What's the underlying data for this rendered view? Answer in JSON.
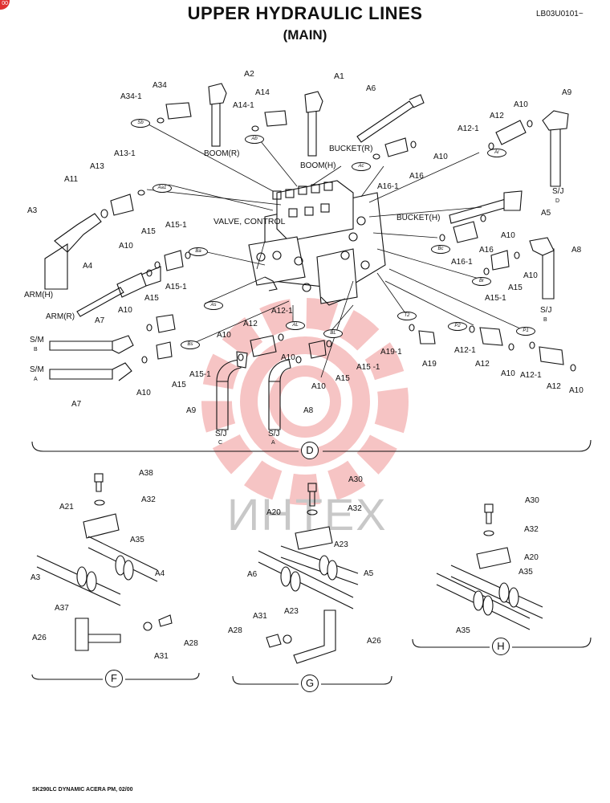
{
  "header": {
    "title": "UPPER HYDRAULIC LINES",
    "subtitle": "(MAIN)",
    "doc_id": "LB03U0101~"
  },
  "footer": {
    "text": "SK290LC DYNAMIC ACERA PM, 02/00"
  },
  "watermark": {
    "text": "ИНТЕХ",
    "color": "#e03030",
    "badge": "00"
  },
  "sections": {
    "D": "D",
    "F": "F",
    "G": "G",
    "H": "H"
  },
  "ports": {
    "Sb": "Sb",
    "Ab": "Ab",
    "Aa1": "Aa1",
    "Ba": "Ba",
    "As": "As",
    "Bs": "Bs",
    "AL": "AL",
    "BL": "BL",
    "Ac": "Ac",
    "Ar": "Ar",
    "Bc": "Bc",
    "Br": "Br",
    "T2": "T2",
    "P2": "P2",
    "P1": "P1"
  },
  "labels": {
    "A2": "A2",
    "A1": "A1",
    "A34_1": "A34-1",
    "A34": "A34",
    "A14_1": "A14-1",
    "A14": "A14",
    "boom_r": "BOOM(R)",
    "boom_h": "BOOM(H)",
    "A6": "A6",
    "A9_top": "A9",
    "A10_top": "A10",
    "A12_top": "A12",
    "A12_1_top": "A12-1",
    "bucket_r": "BUCKET(R)",
    "A10_br": "A10",
    "A16_top": "A16",
    "A16_1_top": "A16-1",
    "sj_d": "S/J",
    "sj_d_c": "D",
    "A13_1": "A13-1",
    "A13": "A13",
    "A11": "A11",
    "A3": "A3",
    "valve_control": "VALVE, CONTROL",
    "bucket_h": "BUCKET(H)",
    "A5": "A5",
    "A10_bh": "A10",
    "A16_mid": "A16",
    "A16_1_mid": "A16-1",
    "A8_r": "A8",
    "A15_r": "A15",
    "A10_r": "A10",
    "A15_1_r": "A15-1",
    "sj_b": "S/J",
    "sj_b_c": "B",
    "A15_a": "A15",
    "A15_1_a": "A15-1",
    "A10_a": "A10",
    "A4": "A4",
    "arm_h": "ARM(H)",
    "arm_r": "ARM(R)",
    "A15_b": "A15",
    "A15_1_b": "A15-1",
    "A10_b": "A10",
    "A12_1_mid": "A12-1",
    "A7_top": "A7",
    "sm_b": "S/M",
    "sm_b_c": "B",
    "A10_c": "A10",
    "A12_c": "A12",
    "A10_d": "A10",
    "sm_a": "S/M",
    "sm_a_c": "A",
    "A15_c": "A15",
    "A15_1_c": "A15-1",
    "A10_e": "A10",
    "A7_bot": "A7",
    "A9_bot": "A9",
    "A8_bot": "A8",
    "sj_c": "S/J",
    "sj_c_c": "C",
    "sj_a": "S/J",
    "sj_a_c": "A",
    "A15_d": "A15",
    "A15_1_d": "A15 -1",
    "A10_f": "A10",
    "A19_1": "A19-1",
    "A19": "A19",
    "A12_1_p2": "A12-1",
    "A12_p2": "A12",
    "A10_p2": "A10",
    "A12_1_p1": "A12-1",
    "A12_p1": "A12",
    "A10_p1": "A10",
    "F_A38": "A38",
    "F_A32": "A32",
    "F_A21": "A21",
    "F_A35": "A35",
    "F_A3": "A3",
    "F_A4": "A4",
    "F_A37": "A37",
    "F_A26": "A26",
    "F_A31": "A31",
    "F_A28": "A28",
    "G_A30": "A30",
    "G_A32": "A32",
    "G_A20": "A20",
    "G_A23a": "A23",
    "G_A6": "A6",
    "G_A5": "A5",
    "G_A23b": "A23",
    "G_A31": "A31",
    "G_A28": "A28",
    "G_A26": "A26",
    "H_A30": "A30",
    "H_A32": "A32",
    "H_A20": "A20",
    "H_A35a": "A35",
    "H_A35b": "A35"
  }
}
